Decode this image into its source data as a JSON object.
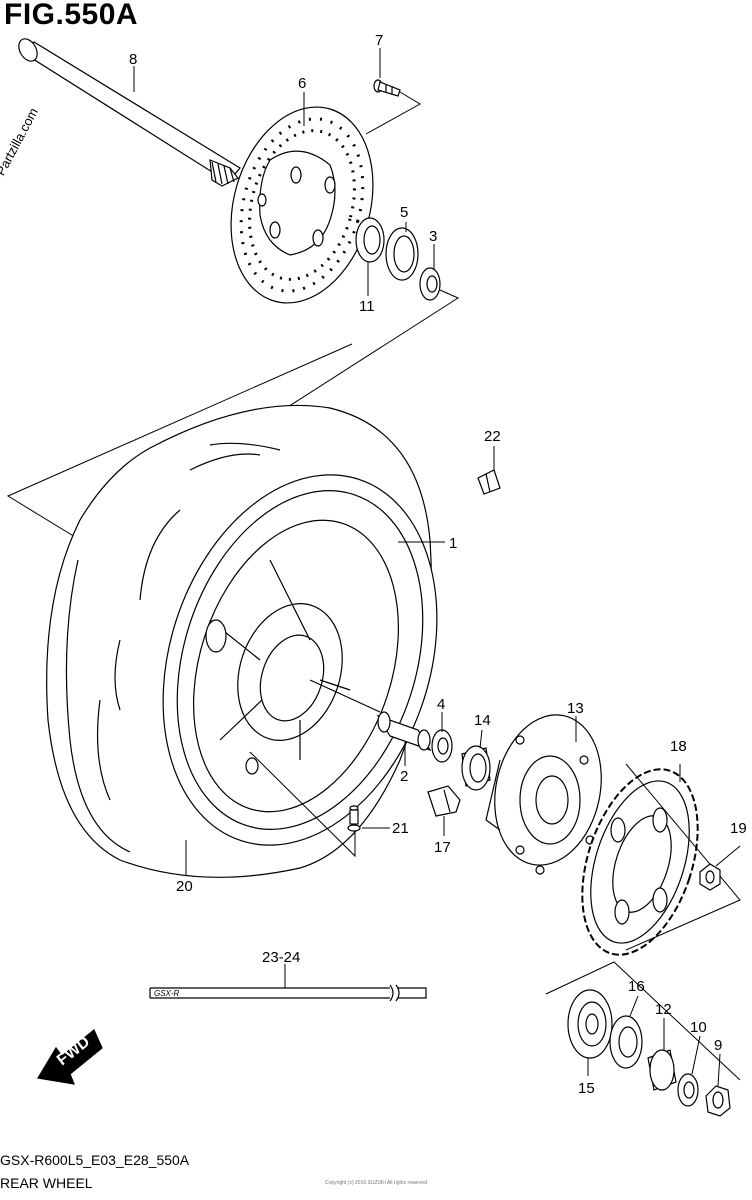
{
  "figure": {
    "title": "FIG.550A",
    "watermark": "© Partzilla.com",
    "model_code": "GSX-R600L5_E03_E28_550A",
    "section_name": "REAR WHEEL",
    "fine_print": "Copyright (c) 2016 SUZUKI All rights reserved"
  },
  "fwd_label": "FWD",
  "strip_logo": "GSX-R",
  "callouts": [
    "1",
    "2",
    "3",
    "4",
    "5",
    "6",
    "7",
    "8",
    "9",
    "10",
    "11",
    "12",
    "13",
    "14",
    "15",
    "16",
    "17",
    "18",
    "19",
    "20",
    "21",
    "22",
    "23-24"
  ]
}
